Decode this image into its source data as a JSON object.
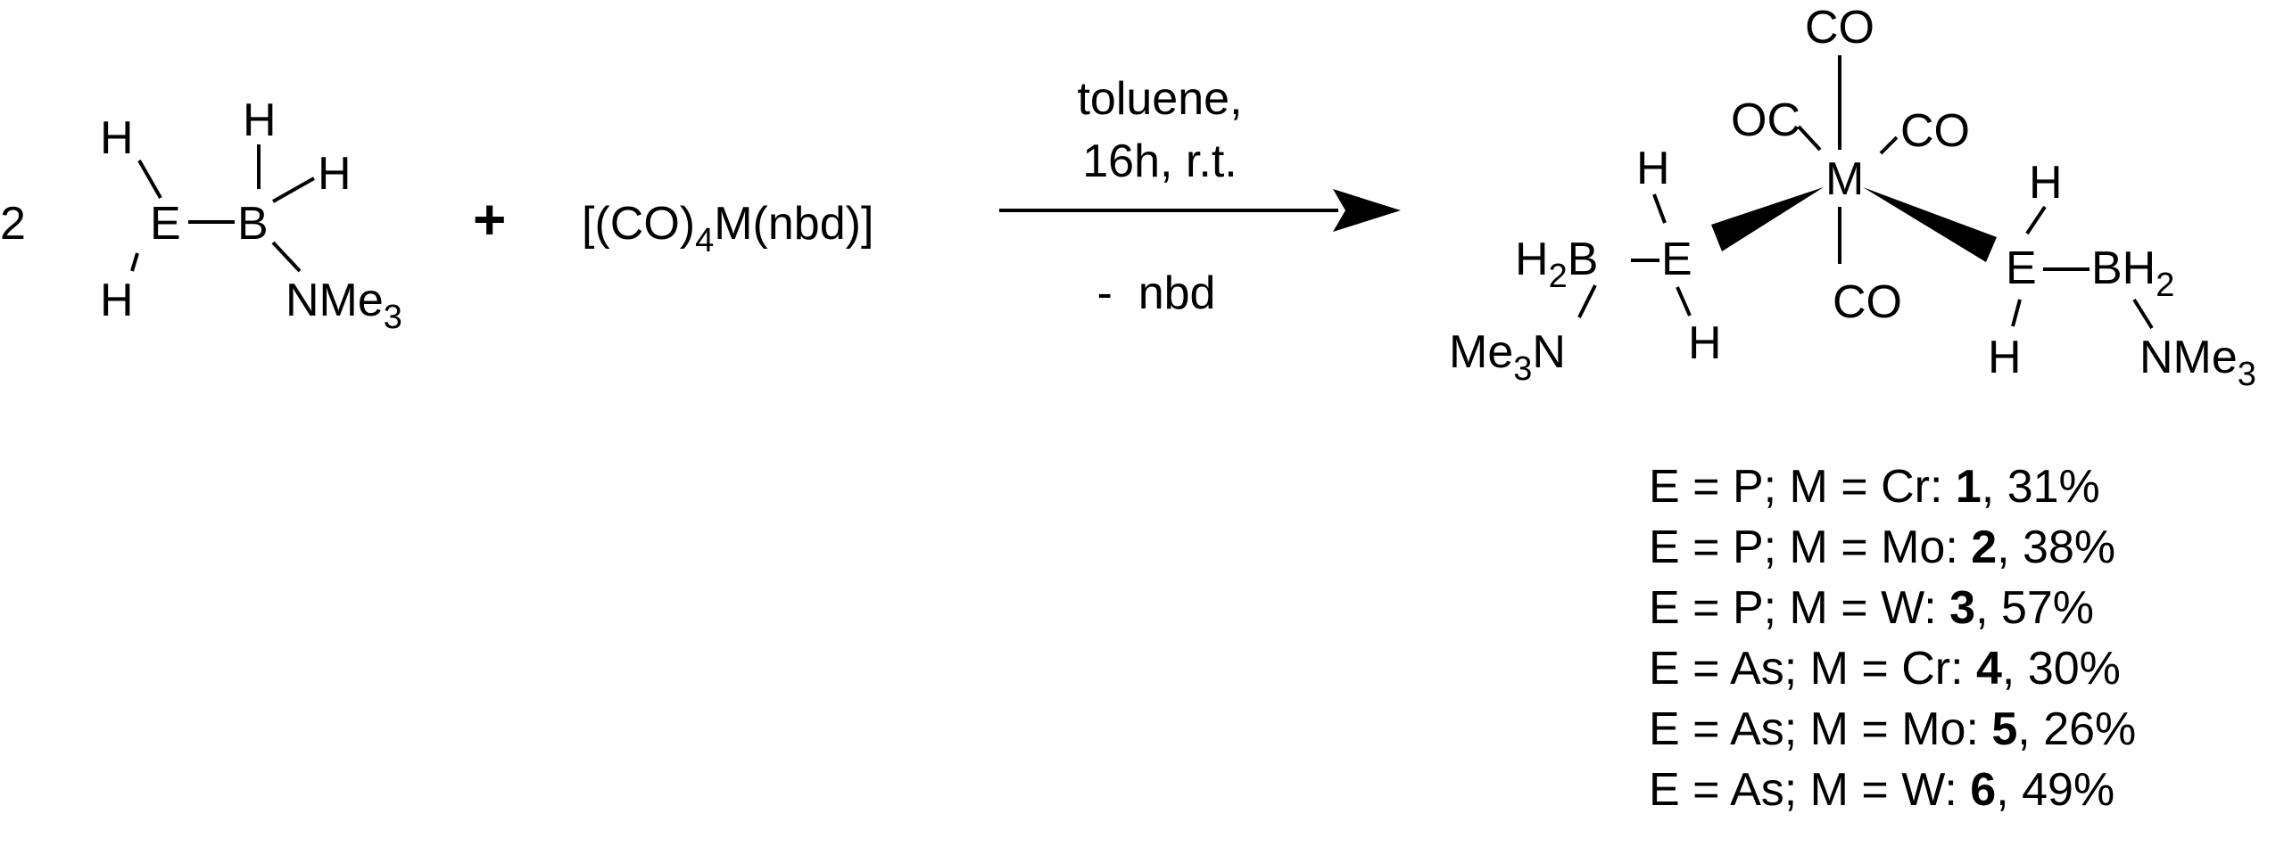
{
  "reactant": {
    "coefficient": "2",
    "atoms": {
      "E": "E",
      "B": "B",
      "H": "H",
      "N": "NMe",
      "N_sub": "3"
    }
  },
  "plus": "+",
  "metal_complex": {
    "open": "[(CO)",
    "sub": "4",
    "close": "M(nbd)]"
  },
  "conditions": {
    "line1": "toluene,",
    "line2": "16h, r.t.",
    "byproduct": "-  nbd"
  },
  "product": {
    "M": "M",
    "CO": "CO",
    "OC": "OC",
    "E": "E",
    "H": "H",
    "B": "B",
    "BH": "BH",
    "H2_left": "H",
    "sub2": "2",
    "NMe": "NMe",
    "Me": "Me",
    "N": "N",
    "sub3": "3"
  },
  "yields": [
    {
      "prefix": "E = P; M = Cr: ",
      "compound": "1",
      "suffix": ", 31%"
    },
    {
      "prefix": "E = P; M = Mo: ",
      "compound": "2",
      "suffix": ", 38%"
    },
    {
      "prefix": "E = P; M = W: ",
      "compound": "3",
      "suffix": ", 57%"
    },
    {
      "prefix": "E = As; M = Cr: ",
      "compound": "4",
      "suffix": ", 30%"
    },
    {
      "prefix": "E = As; M = Mo: ",
      "compound": "5",
      "suffix": ", 26%"
    },
    {
      "prefix": "E = As; M = W: ",
      "compound": "6",
      "suffix": ", 49%"
    }
  ]
}
